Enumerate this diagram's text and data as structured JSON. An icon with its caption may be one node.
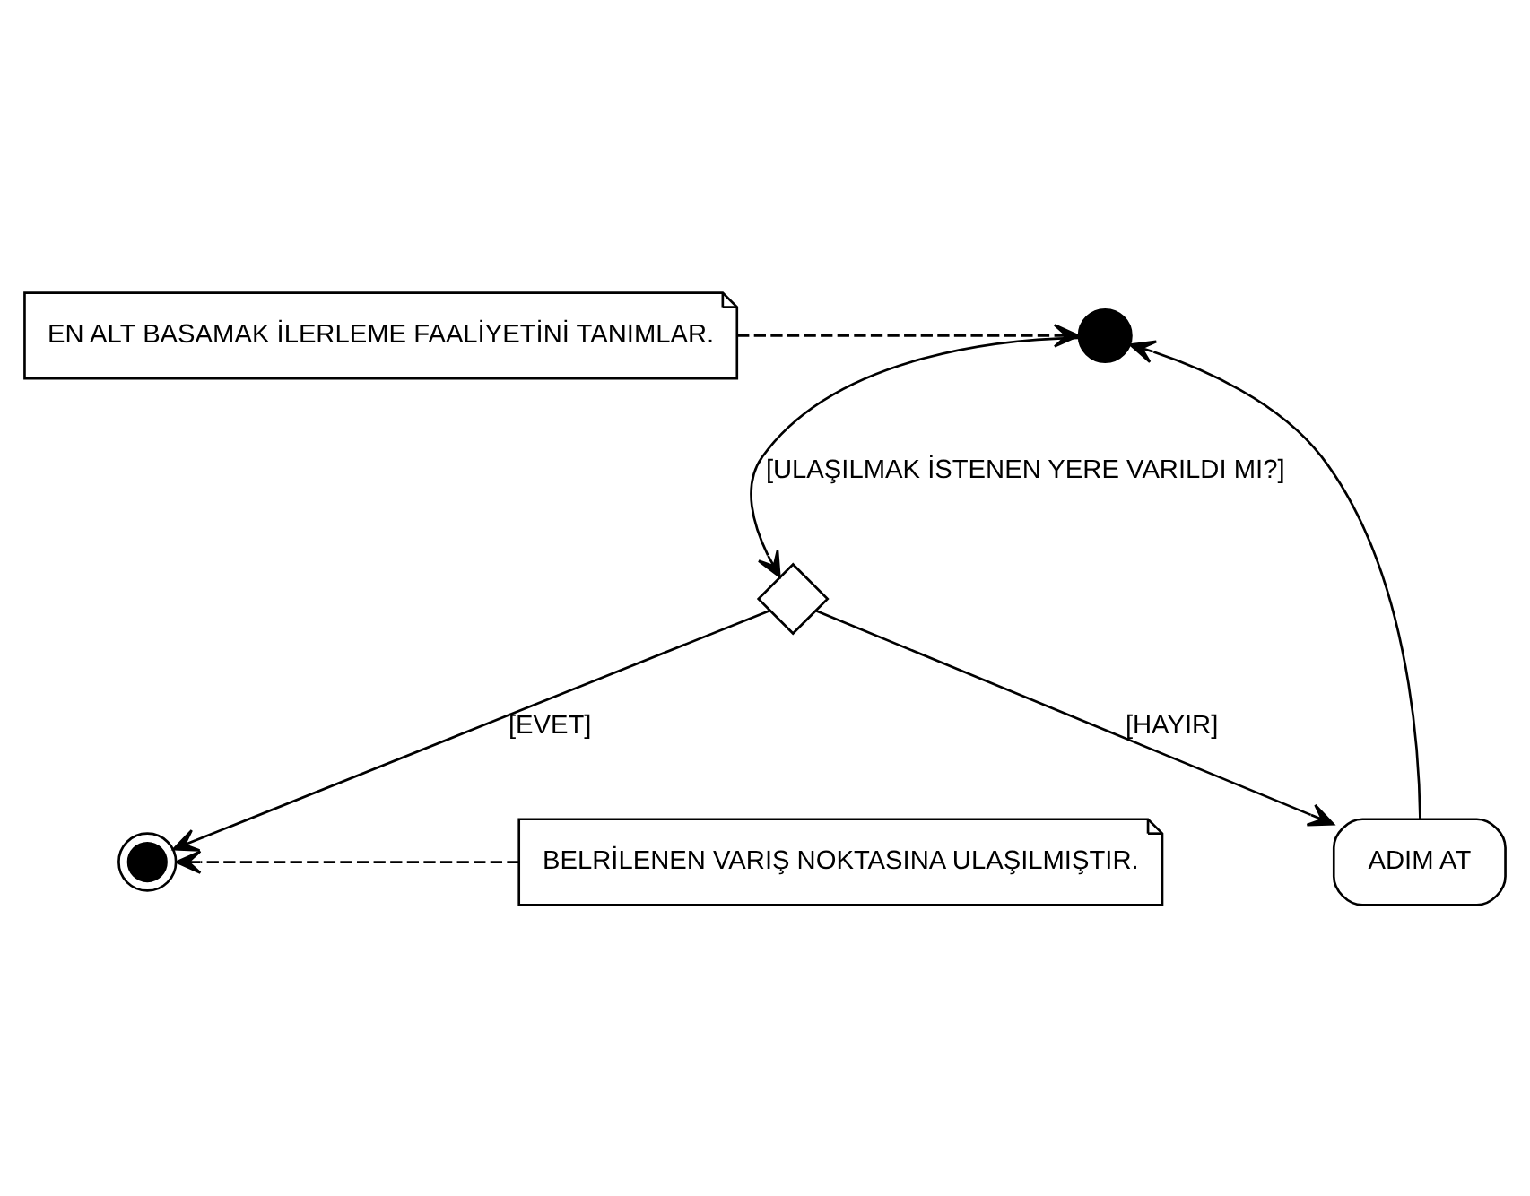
{
  "diagram": {
    "nodes": [
      {
        "text": [
          "EN ALT BASAMAK İLERLEME FAALİYETİNİ TANIMLAR."
        ]
      },
      {
        "text": [],
        "shape": "circle"
      },
      {
        "text": [
          "ADIM AT"
        ]
      },
      {
        "text": [],
        "shape": "diamond"
      },
      {
        "text": [],
        "shape": "circle"
      },
      {
        "text": [
          "BELRİLENEN VARIŞ NOKTASINA ULAŞILMIŞTIR."
        ]
      }
    ],
    "edges": [
      {
        "from": 0,
        "to": 1,
        "arrow": "to",
        "style": "dashed"
      },
      {
        "from": 1,
        "to": 3,
        "arrow": "to",
        "label": "[ULAŞILMAK İSTENEN YERE VARILDI MI?]"
      },
      {
        "from": 3,
        "to": 2,
        "arrow": "to",
        "label": "[HAYIR]"
      },
      {
        "from": 2,
        "to": 1,
        "arrow": "to"
      },
      {
        "from": 3,
        "to": 4,
        "arrow": "to",
        "label": "[EVET]"
      },
      {
        "from": 5,
        "to": 4,
        "arrow": "to",
        "style": "dashed"
      }
    ]
  }
}
